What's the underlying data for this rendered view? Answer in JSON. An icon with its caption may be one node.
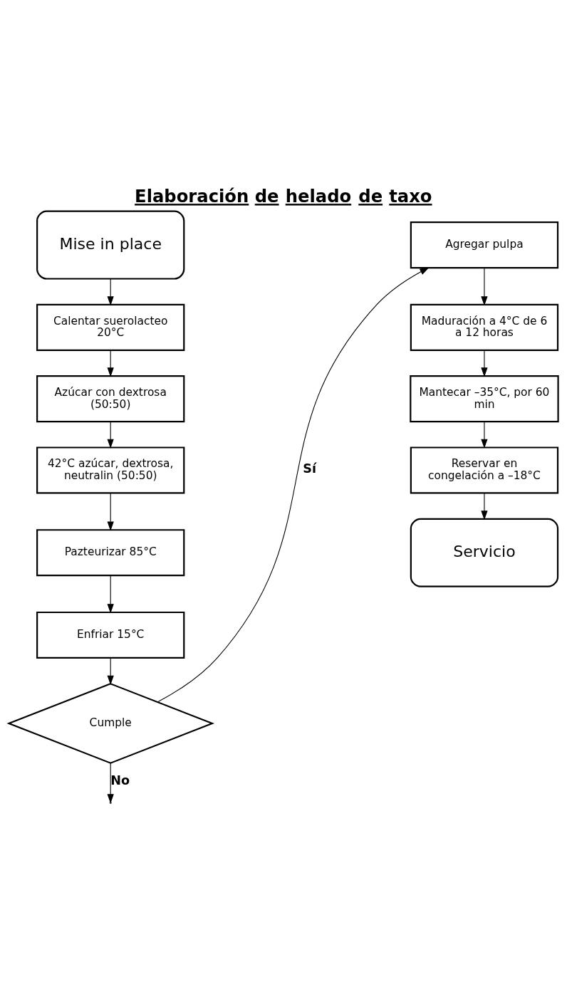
{
  "diagram": {
    "title": "Elaboración de helado de taxo",
    "nodes": [
      {
        "text": [
          "Mise in place"
        ]
      },
      {
        "text": [
          "Calentar suerolacteo 20°C"
        ]
      },
      {
        "text": [
          "Azúcar con dextrosa (50:50)"
        ]
      },
      {
        "text": [
          "42°C azúcar, dextrosa, neutralin (50:50)"
        ]
      },
      {
        "text": [
          "Pazteurizar 85°C"
        ]
      },
      {
        "text": [
          "Enfriar 15°C"
        ]
      },
      {
        "text": [
          "Cumple"
        ]
      },
      {
        "text": [
          "Agregar pulpa"
        ]
      },
      {
        "text": [
          "Maduración a 4°C de 6 a 12 horas"
        ]
      },
      {
        "text": [
          "Mantecar –35°C, por 60 min"
        ]
      },
      {
        "text": [
          "Reservar en congelación a –18°C"
        ]
      },
      {
        "text": [
          "Servicio"
        ]
      }
    ],
    "edges": [
      {
        "from": 0,
        "to": 1,
        "arrow": "to"
      },
      {
        "from": 1,
        "to": 2,
        "arrow": "to"
      },
      {
        "from": 2,
        "to": 3,
        "arrow": "to"
      },
      {
        "from": 3,
        "to": 4,
        "arrow": "to"
      },
      {
        "from": 4,
        "to": 5,
        "arrow": "to"
      },
      {
        "from": 5,
        "to": 6,
        "arrow": "to"
      },
      {
        "from": 6,
        "to": null,
        "arrow": "to",
        "label": "No"
      },
      {
        "from": 6,
        "to": 7,
        "arrow": "to",
        "label": "Sí"
      },
      {
        "from": 7,
        "to": 8,
        "arrow": "to"
      },
      {
        "from": 8,
        "to": 9,
        "arrow": "to"
      },
      {
        "from": 9,
        "to": 10,
        "arrow": "to"
      },
      {
        "from": 10,
        "to": 11,
        "arrow": "to"
      }
    ]
  }
}
